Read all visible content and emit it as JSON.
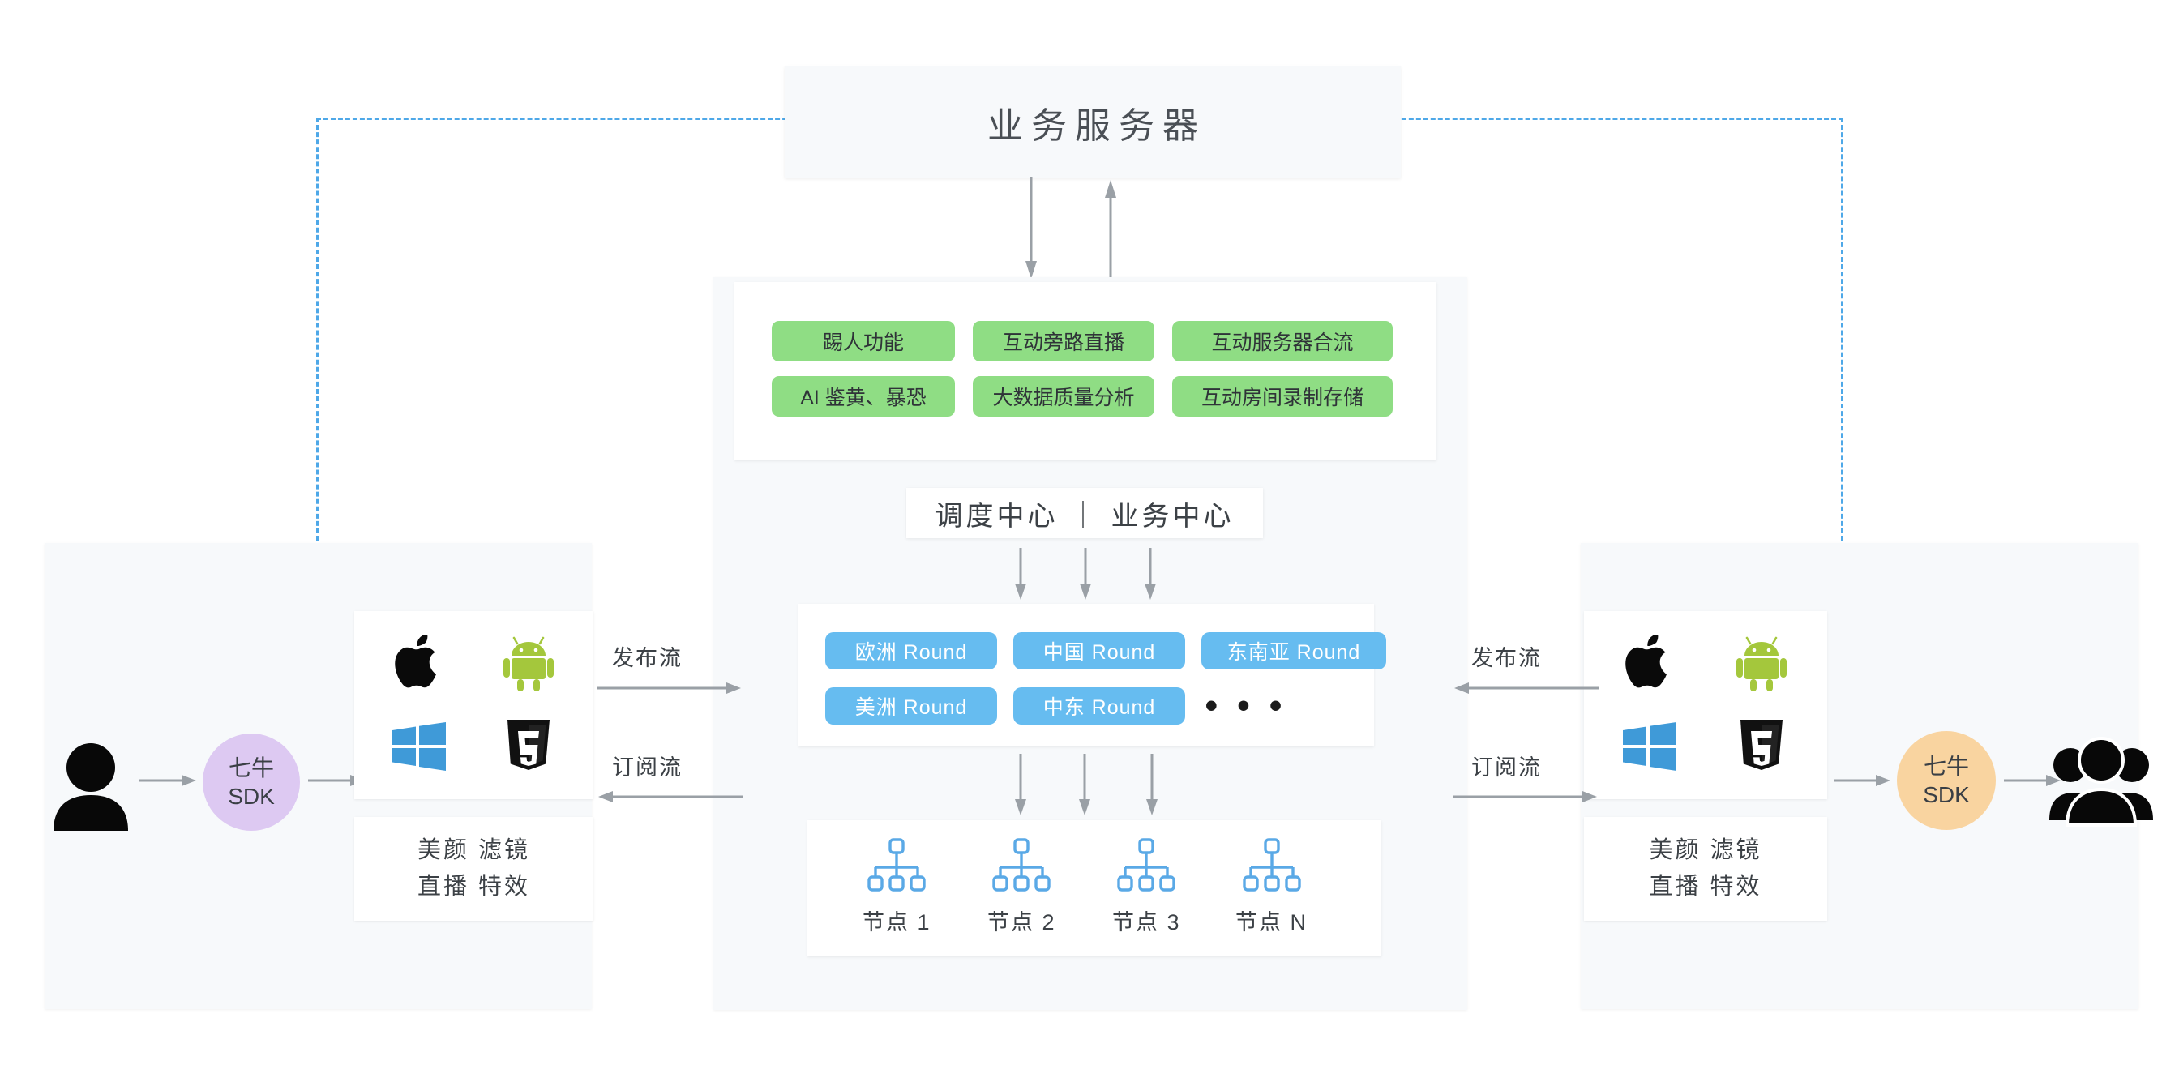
{
  "diagram": {
    "server": {
      "title": "业务服务器"
    },
    "center": {
      "feature_tags": [
        "踢人功能",
        "互动旁路直播",
        "互动服务器合流",
        "AI 鉴黄、暴恐",
        "大数据质量分析",
        "互动房间录制存储"
      ],
      "dispatch_label": "调度中心 ｜ 业务中心",
      "round_tags": [
        "欧洲 Round",
        "中国 Round",
        "东南亚 Round",
        "美洲 Round",
        "中东 Round"
      ],
      "round_more": "• • •",
      "nodes": [
        "节点 1",
        "节点 2",
        "节点 3",
        "节点 N"
      ]
    },
    "left": {
      "sdk_line1": "七牛",
      "sdk_line2": "SDK",
      "features_line1": "美颜 滤镜",
      "features_line2": "直播 特效",
      "platform_icons": [
        "apple-icon",
        "android-icon",
        "windows-icon",
        "html5-icon"
      ],
      "actor_icon": "single-person-icon",
      "publish_label": "发布流",
      "subscribe_label": "订阅流"
    },
    "right": {
      "sdk_line1": "七牛",
      "sdk_line2": "SDK",
      "features_line1": "美颜 滤镜",
      "features_line2": "直播 特效",
      "platform_icons": [
        "apple-icon",
        "android-icon",
        "windows-icon",
        "html5-icon"
      ],
      "actor_icon": "group-people-icon",
      "publish_label": "发布流",
      "subscribe_label": "订阅流"
    },
    "colors": {
      "tag_green": "#8fdd84",
      "tag_blue": "#66bcf0",
      "dashed_border": "#4ea8e8",
      "sdk_purple": "#ddc9f2",
      "sdk_orange": "#f9d4a0",
      "panel_bg": "#f7f9fb",
      "node_icon": "#5aa9e6",
      "arrow": "#9aa0a6"
    }
  }
}
